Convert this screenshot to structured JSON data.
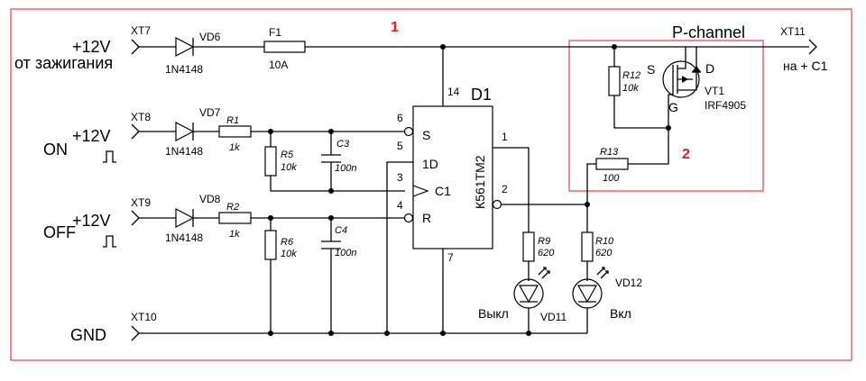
{
  "colors": {
    "frame": "#e05050",
    "accent": "#e0201c",
    "wire": "#000000"
  },
  "zones": {
    "zone1": "1",
    "zone2": "2"
  },
  "inputs": {
    "xt7": {
      "connector": "XT7",
      "voltage": "+12V",
      "caption": "от зажигания"
    },
    "xt8": {
      "connector": "XT8",
      "voltage": "+12V",
      "caption": "ON"
    },
    "xt9": {
      "connector": "XT9",
      "voltage": "+12V",
      "caption": "OFF"
    },
    "xt10": {
      "connector": "XT10",
      "caption": "GND"
    },
    "xt11": {
      "connector": "XT11",
      "caption": "на + С1"
    }
  },
  "components": {
    "vd6": {
      "ref": "VD6",
      "value": "1N4148"
    },
    "vd7": {
      "ref": "VD7",
      "value": "1N4148"
    },
    "vd8": {
      "ref": "VD8",
      "value": "1N4148"
    },
    "f1": {
      "ref": "F1",
      "value": "10A"
    },
    "r1": {
      "ref": "R1",
      "value": "1k"
    },
    "r2": {
      "ref": "R2",
      "value": "1k"
    },
    "r5": {
      "ref": "R5",
      "value": "10k"
    },
    "r6": {
      "ref": "R6",
      "value": "10k"
    },
    "c3": {
      "ref": "C3",
      "value": "100n"
    },
    "c4": {
      "ref": "C4",
      "value": "100n"
    },
    "r9": {
      "ref": "R9",
      "value": "620"
    },
    "r10": {
      "ref": "R10",
      "value": "620"
    },
    "r12": {
      "ref": "R12",
      "value": "10k"
    },
    "r13": {
      "ref": "R13",
      "value": "100"
    },
    "vd11": {
      "ref": "VD11",
      "caption": "Выкл"
    },
    "vd12": {
      "ref": "VD12",
      "caption": "Вкл"
    },
    "vt1": {
      "ref": "VT1",
      "value": "IRF4905",
      "type": "P-channel",
      "pin_s": "S",
      "pin_d": "D",
      "pin_g": "G"
    }
  },
  "ic": {
    "ref": "D1",
    "part": "К561ТМ2",
    "pins": {
      "vdd": "14",
      "s": "6",
      "d": "5",
      "c": "3",
      "r": "4",
      "q": "1",
      "nq": "2",
      "gnd": "7"
    },
    "pin_names": {
      "s": "S",
      "d": "1D",
      "c": "C1",
      "r": "R"
    }
  }
}
